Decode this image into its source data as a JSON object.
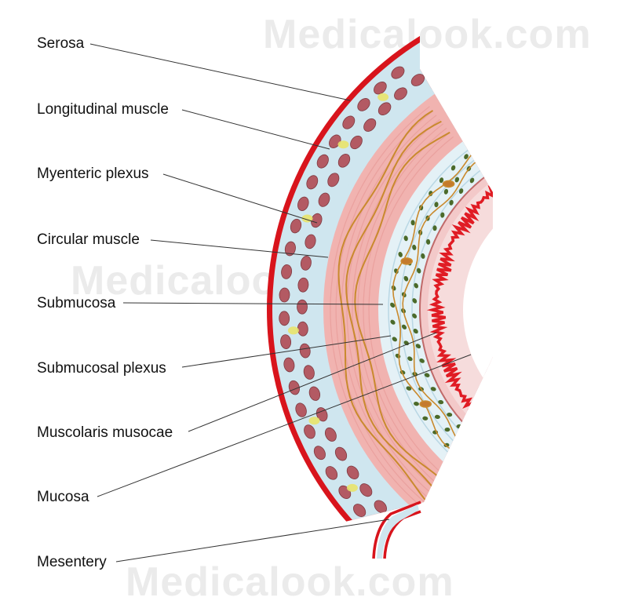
{
  "watermark": "Medicalook.com",
  "colors": {
    "serosa": "#d8141c",
    "connective": "#cfe6ef",
    "longitudinal_muscle_cells": "#b35a63",
    "circular_muscle": "#f1b3b0",
    "nerve_fibers": "#c98a2e",
    "ganglion": "#e8e36a",
    "submucosal_glands": "#4b6a2a",
    "mucosa_villi": "#e01c24"
  },
  "labels": [
    {
      "id": "serosa",
      "text": "Serosa"
    },
    {
      "id": "longitudinal-muscle",
      "text": "Longitudinal muscle"
    },
    {
      "id": "myenteric-plexus",
      "text": "Myenteric plexus"
    },
    {
      "id": "circular-muscle",
      "text": "Circular muscle"
    },
    {
      "id": "submucosa",
      "text": "Submucosa"
    },
    {
      "id": "submucosal-plexus",
      "text": "Submucosal plexus"
    },
    {
      "id": "muscolaris-musocae",
      "text": "Muscolaris musocae"
    },
    {
      "id": "mucosa",
      "text": "Mucosa"
    },
    {
      "id": "mesentery",
      "text": "Mesentery"
    }
  ]
}
